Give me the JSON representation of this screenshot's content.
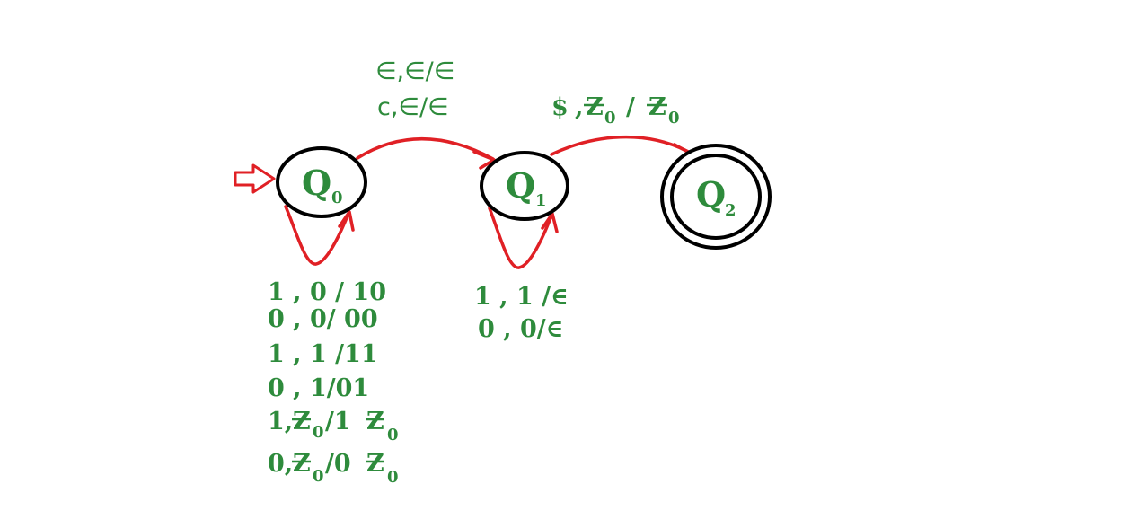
{
  "states": [
    {
      "id": "q0",
      "name": "Q",
      "sub": "0"
    },
    {
      "id": "q1",
      "name": "Q",
      "sub": "1"
    },
    {
      "id": "q2",
      "name": "Q",
      "sub": "2"
    }
  ],
  "edges": {
    "q0_q1": [
      "∈,∈/∈",
      "c,∈/∈"
    ],
    "q1_q2": {
      "sym": "$",
      "pop": "Z",
      "pop_sub": "0",
      "push": "Z",
      "push_sub": "0"
    }
  },
  "loops": {
    "q0": {
      "plain": [
        "1 , 0  / 10",
        "0 , 0/ 00",
        "1 , 1 /11",
        "0 , 1/01"
      ],
      "z_rows": [
        {
          "input": "1,",
          "z": "Z",
          "z_sub": "0",
          "push": " /1",
          "push_z": "Z",
          "push_z_sub": "0"
        },
        {
          "input": "0,",
          "z": "Z",
          "z_sub": "0",
          "push": " /0",
          "push_z": "Z",
          "push_z_sub": "0"
        }
      ]
    },
    "q1": [
      "1 , 1 /∈",
      "0 , 0/∈"
    ]
  },
  "colors": {
    "label": "#2e8b3c",
    "edge": "#e02025",
    "state_stroke": "#000000"
  }
}
